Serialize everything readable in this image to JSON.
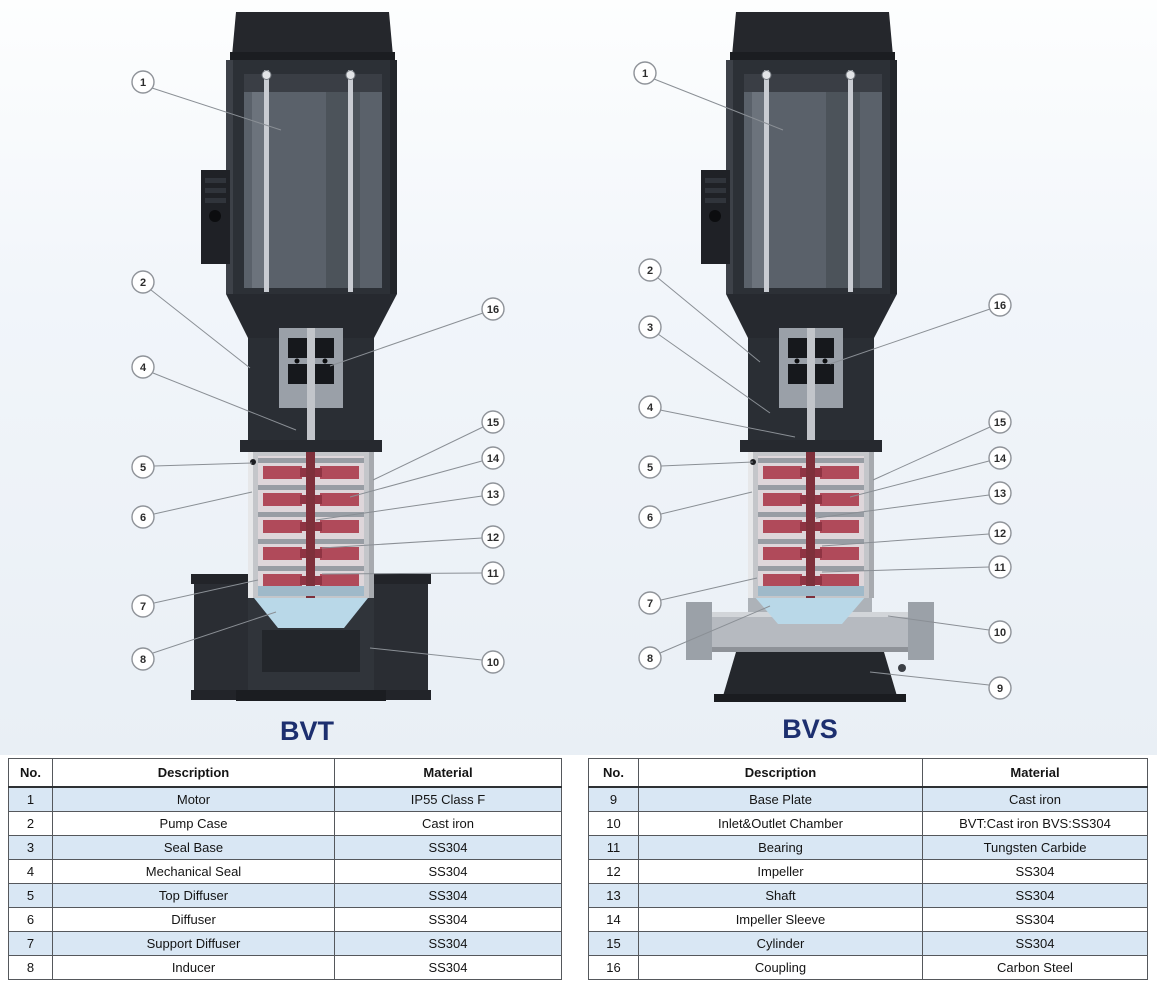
{
  "diagram": {
    "pumps": [
      {
        "label": "BVT"
      },
      {
        "label": "BVS"
      }
    ],
    "callout_numbers": {
      "c1": "1",
      "c2": "2",
      "c3": "3",
      "c4": "4",
      "c5": "5",
      "c6": "6",
      "c7": "7",
      "c8": "8",
      "c9": "9",
      "c10": "10",
      "c11": "11",
      "c12": "12",
      "c13": "13",
      "c14": "14",
      "c15": "15",
      "c16": "16"
    }
  },
  "tables": {
    "left": {
      "headers": {
        "no": "No.",
        "description": "Description",
        "material": "Material"
      },
      "rows": [
        [
          "1",
          "Motor",
          "IP55 Class F"
        ],
        [
          "2",
          "Pump Case",
          "Cast iron"
        ],
        [
          "3",
          "Seal Base",
          "SS304"
        ],
        [
          "4",
          "Mechanical Seal",
          "SS304"
        ],
        [
          "5",
          "Top Diffuser",
          "SS304"
        ],
        [
          "6",
          "Diffuser",
          "SS304"
        ],
        [
          "7",
          "Support Diffuser",
          "SS304"
        ],
        [
          "8",
          "Inducer",
          "SS304"
        ]
      ]
    },
    "right": {
      "headers": {
        "no": "No.",
        "description": "Description",
        "material": "Material"
      },
      "rows": [
        [
          "9",
          "Base Plate",
          "Cast iron"
        ],
        [
          "10",
          "Inlet&Outlet Chamber",
          "BVT:Cast iron BVS:SS304"
        ],
        [
          "11",
          "Bearing",
          "Tungsten Carbide"
        ],
        [
          "12",
          "Impeller",
          "SS304"
        ],
        [
          "13",
          "Shaft",
          "SS304"
        ],
        [
          "14",
          "Impeller Sleeve",
          "SS304"
        ],
        [
          "15",
          "Cylinder",
          "SS304"
        ],
        [
          "16",
          "Coupling",
          "Carbon Steel"
        ]
      ]
    }
  }
}
